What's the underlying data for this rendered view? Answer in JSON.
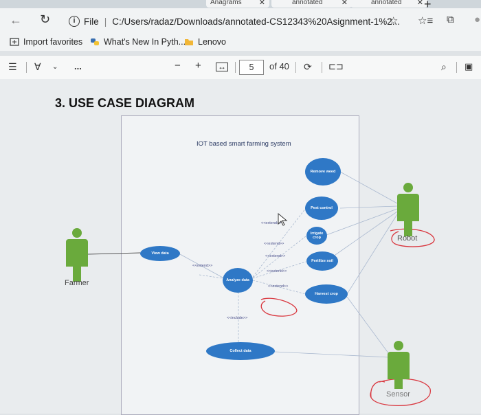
{
  "browser": {
    "tabs": [
      "Anagrams",
      "annotated",
      "annotated"
    ],
    "address": {
      "scheme_label": "File",
      "url": "C:/Users/radaz/Downloads/annotated-CS12343%20Asignment-1%2..."
    },
    "favorites": [
      {
        "label": "Import favorites",
        "icon": "import-icon"
      },
      {
        "label": "What's New In Pyth...",
        "icon": "python-icon"
      },
      {
        "label": "Lenovo",
        "icon": "folder-icon"
      }
    ]
  },
  "pdf_toolbar": {
    "zoom_out": "−",
    "zoom_in": "+",
    "page_current": "5",
    "page_total": "of 40",
    "more": "..."
  },
  "document": {
    "heading": "3. USE CASE DIAGRAM",
    "diagram": {
      "system_title": "IOT based smart farming system",
      "actors": [
        "Farmer",
        "Robot",
        "Sensor"
      ],
      "use_cases": [
        "View data",
        "Analyze data",
        "Collect data",
        "Remove weed",
        "Pest control",
        "Irrigate crop",
        "Fertilize soil",
        "Harvest crop"
      ],
      "stereotypes": {
        "extend": "<<extend>>",
        "include": "<<include>>"
      }
    }
  },
  "colors": {
    "usecase_fill": "#2f78c6",
    "actor_fill": "#6aaa3c",
    "annotation_red": "#d9363e"
  }
}
